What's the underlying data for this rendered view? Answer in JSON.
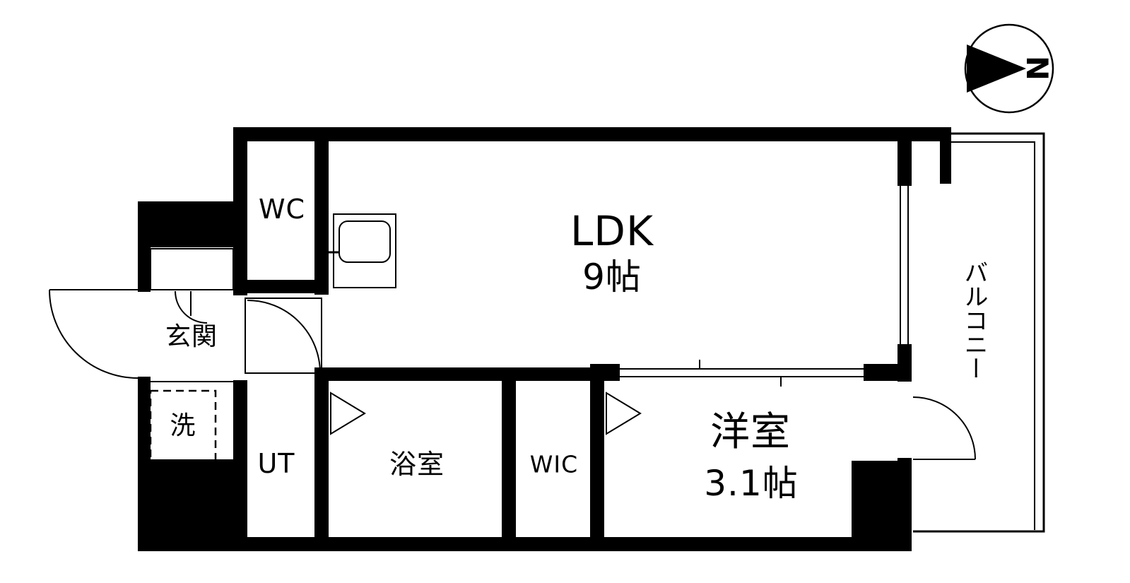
{
  "floorplan": {
    "rooms": {
      "wc": {
        "label": "WC"
      },
      "ldk": {
        "name": "LDK",
        "size": "9帖"
      },
      "genkan": {
        "label": "玄関"
      },
      "laundry": {
        "label": "洗"
      },
      "ut": {
        "label": "UT"
      },
      "bath": {
        "label": "浴室"
      },
      "wic": {
        "label": "WIC"
      },
      "western_room": {
        "name": "洋室",
        "size": "3.1帖"
      },
      "balcony": {
        "label": "バルコニー"
      }
    },
    "compass": {
      "north_label": "N"
    },
    "colors": {
      "wall": "#000000",
      "background": "#ffffff"
    }
  }
}
